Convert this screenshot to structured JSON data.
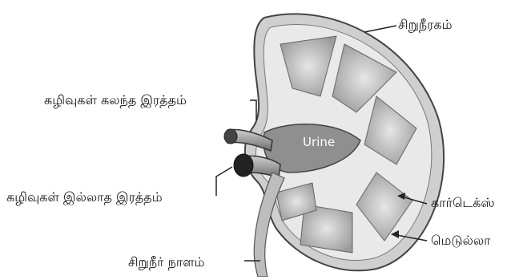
{
  "labels": {
    "kidney": "சிறுநீரகம்",
    "blood_with_waste": "கழிவுகள் கலந்த இரத்தம்",
    "blood_without_waste": "கழிவுகள் இல்லாத இரத்தம்",
    "cortex": "கார்டெக்ஸ்",
    "medulla": "மெடுல்லா",
    "ureter": "சிறுநீர் நாளம்"
  },
  "inline_text": {
    "urine": "Urine"
  }
}
